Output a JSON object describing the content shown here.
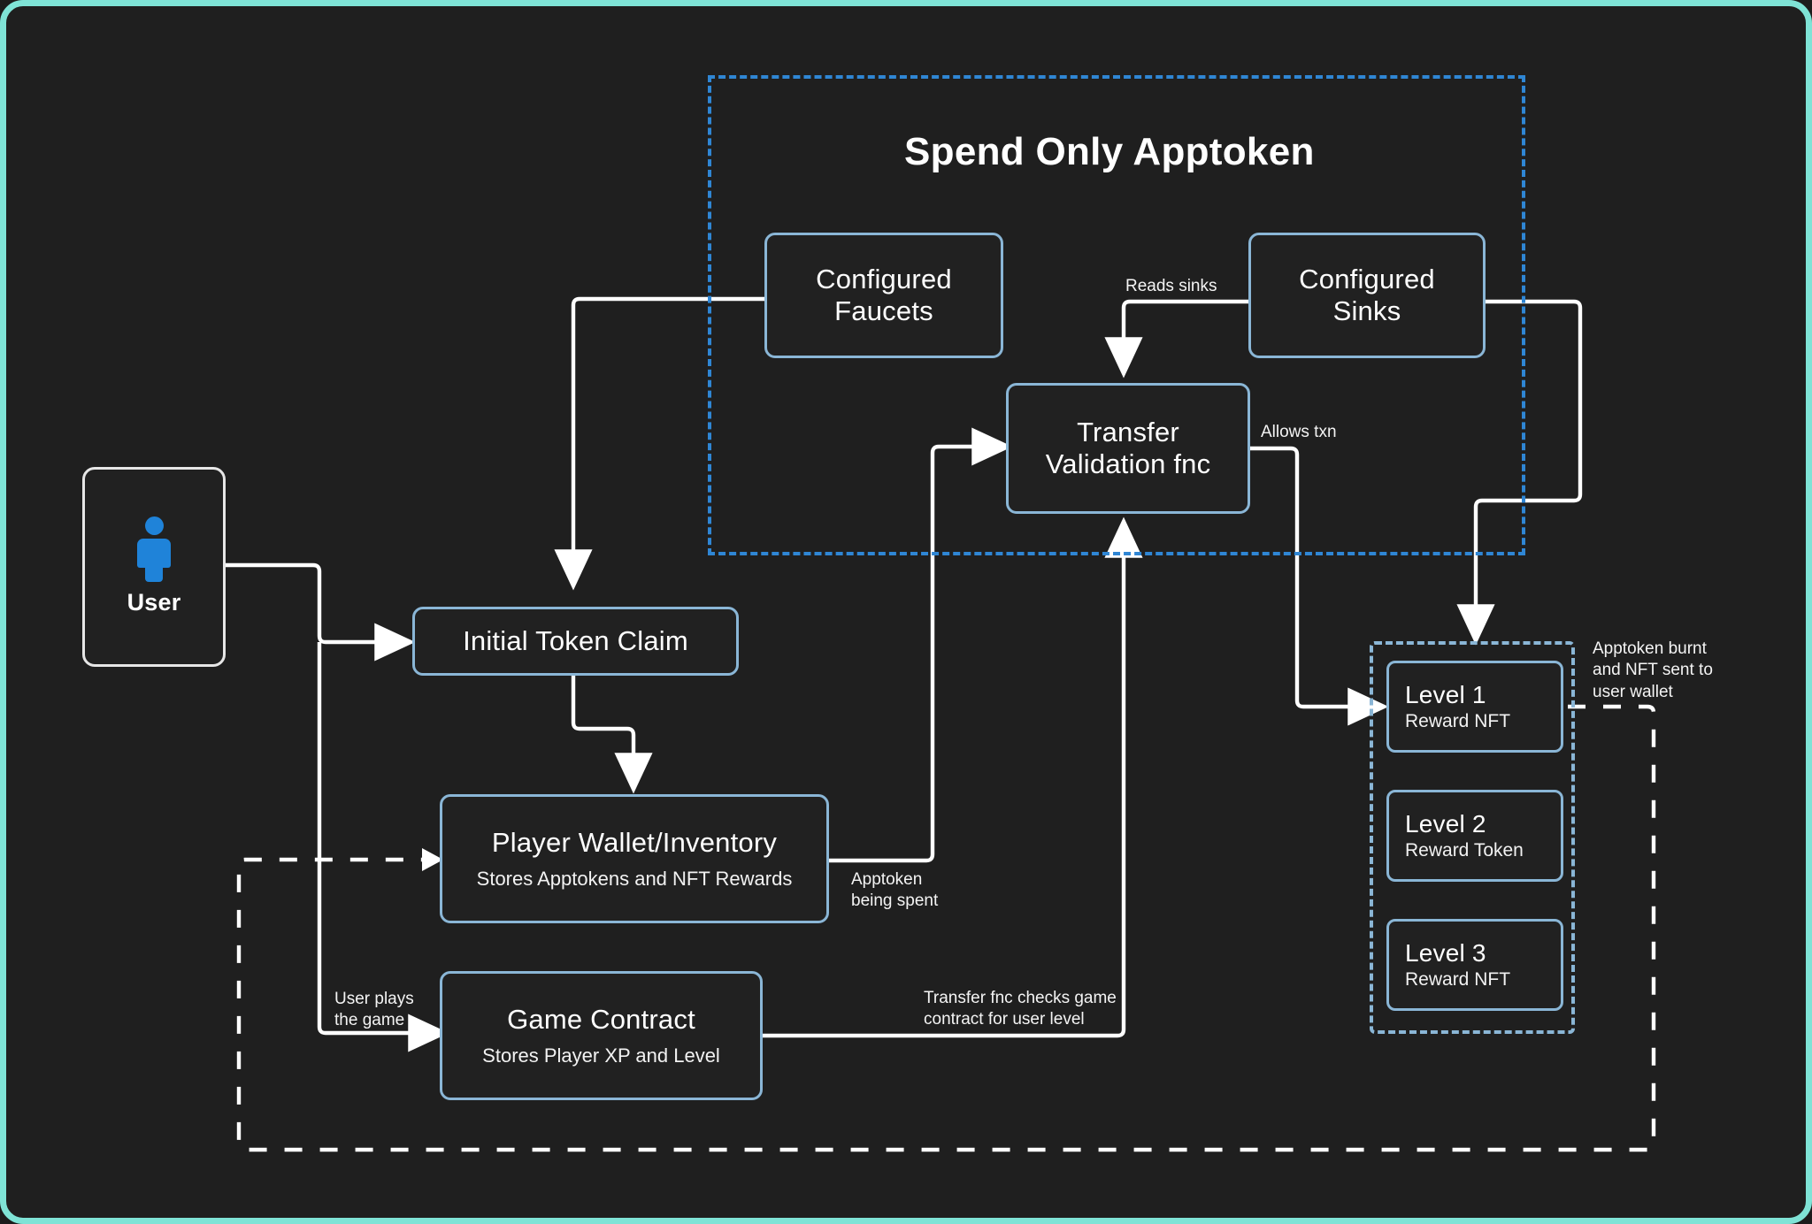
{
  "theme": {
    "page_background": "#1f1f1f",
    "outer_border": "#7fe3d6",
    "node_border": "#8ab6d6",
    "group_border_blue": "#2f86d4",
    "group_border_levels": "#8ab6d6",
    "wire": "#ffffff",
    "user_icon": "#1f83d9",
    "user_border": "#e6e6e6"
  },
  "groups": {
    "spend_only": {
      "title": "Spend Only Apptoken"
    },
    "levels": {
      "title": ""
    }
  },
  "nodes": {
    "user": {
      "label": "User",
      "icon": "person-icon"
    },
    "configured_faucets": {
      "title": "Configured\nFaucets"
    },
    "configured_sinks": {
      "title": "Configured\nSinks"
    },
    "transfer_validation": {
      "title": "Transfer\nValidation fnc"
    },
    "initial_token_claim": {
      "title": "Initial Token Claim"
    },
    "player_wallet": {
      "title": "Player Wallet/Inventory",
      "subtitle": "Stores Apptokens and NFT Rewards"
    },
    "game_contract": {
      "title": "Game Contract",
      "subtitle": "Stores Player XP and Level"
    },
    "level_1": {
      "title": "Level 1",
      "subtitle": "Reward NFT"
    },
    "level_2": {
      "title": "Level 2",
      "subtitle": "Reward Token"
    },
    "level_3": {
      "title": "Level 3",
      "subtitle": "Reward NFT"
    }
  },
  "edge_labels": {
    "reads_sinks": "Reads sinks",
    "allows_txn": "Allows txn",
    "apptoken_being_spent": "Apptoken\nbeing spent",
    "user_plays_the_game": "User plays\nthe game",
    "transfer_checks_level": "Transfer fnc checks game\ncontract for user level",
    "apptoken_burnt": "Apptoken burnt\nand NFT sent to\nuser wallet"
  }
}
